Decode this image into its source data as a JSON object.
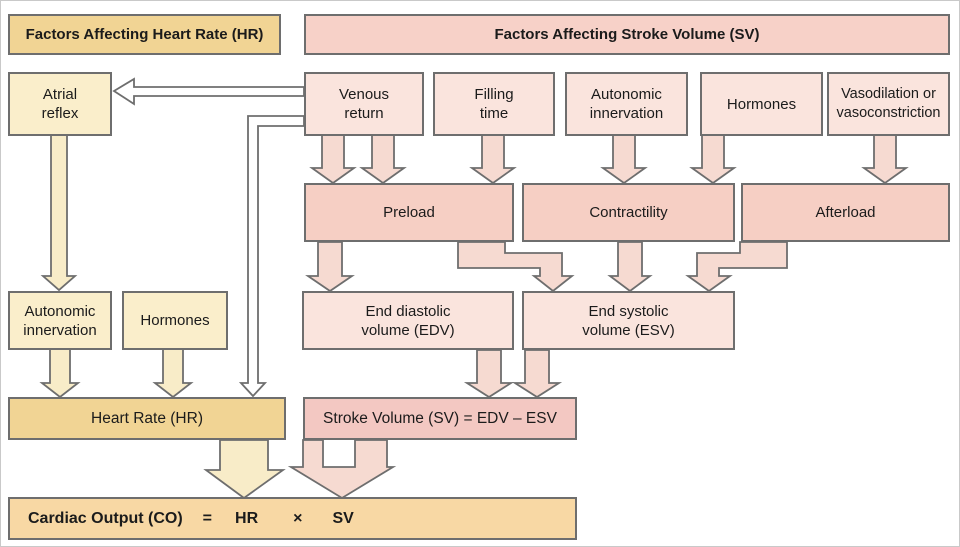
{
  "headers": {
    "hr": "Factors Affecting Heart Rate (HR)",
    "sv": "Factors Affecting Stroke Volume (SV)"
  },
  "nodes": {
    "atrial_reflex": "Atrial\nreflex",
    "venous_return": "Venous\nreturn",
    "filling_time": "Filling\ntime",
    "autonomic_innervation_sv": "Autonomic\ninnervation",
    "hormones_sv": "Hormones",
    "vasodilation": "Vasodilation or\nvasoconstriction",
    "preload": "Preload",
    "contractility": "Contractility",
    "afterload": "Afterload",
    "autonomic_innervation_hr": "Autonomic\ninnervation",
    "hormones_hr": "Hormones",
    "edv": "End diastolic\nvolume (EDV)",
    "esv": "End systolic\nvolume (ESV)",
    "heart_rate": "Heart Rate (HR)",
    "stroke_volume": "Stroke Volume (SV) = EDV – ESV"
  },
  "equation": {
    "co": "Cardiac Output (CO)",
    "equals": "=",
    "hr": "HR",
    "times": "×",
    "sv": "SV"
  },
  "colors": {
    "gold": "#f1d494",
    "cream": "#faeecb",
    "arrow_yellow": "#f8ecc8",
    "orange": "#f8d8a4",
    "pink_header": "#f7d1c8",
    "pink_light": "#fae4dd",
    "pink_mid": "#f6cfc4",
    "pink_deep": "#f3c8c2",
    "arrow_pink": "#f6dad1",
    "border": "#6e6e6e",
    "text": "#1b1b1b"
  }
}
